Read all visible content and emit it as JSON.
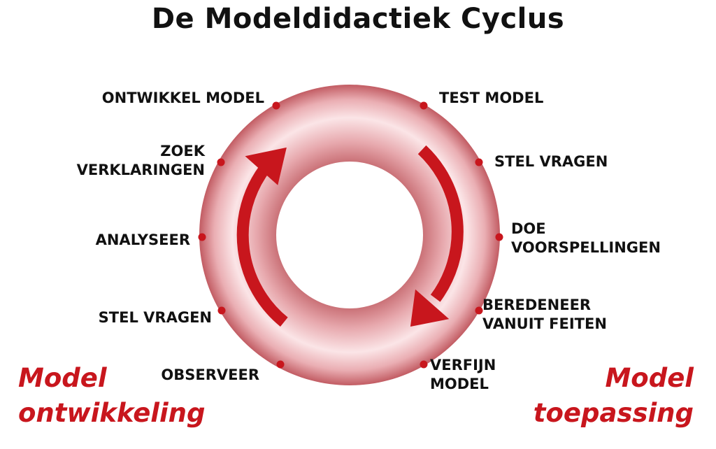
{
  "title": "De Modeldidactiek Cyclus",
  "colors": {
    "accent": "#c8161d",
    "ring_light": "#fbe5e7",
    "ring_dark": "#c66a70",
    "dot": "#c8161d",
    "text": "#111111"
  },
  "left_steps": [
    {
      "line1": "ONTWIKKEL MODEL",
      "line2": ""
    },
    {
      "line1": "ZOEK",
      "line2": "VERKLARINGEN"
    },
    {
      "line1": "ANALYSEER",
      "line2": ""
    },
    {
      "line1": "STEL VRAGEN",
      "line2": ""
    },
    {
      "line1": "OBSERVEER",
      "line2": ""
    }
  ],
  "right_steps": [
    {
      "line1": "TEST MODEL",
      "line2": ""
    },
    {
      "line1": "STEL VRAGEN",
      "line2": ""
    },
    {
      "line1": "DOE",
      "line2": "VOORSPELLINGEN"
    },
    {
      "line1": "BEREDENEER",
      "line2": "VANUIT FEITEN"
    },
    {
      "line1": "VERFIJN",
      "line2": "MODEL"
    }
  ],
  "phases": {
    "left": {
      "line1": "Model",
      "line2": "ontwikkeling"
    },
    "right": {
      "line1": "Model",
      "line2": "toepassing"
    }
  }
}
